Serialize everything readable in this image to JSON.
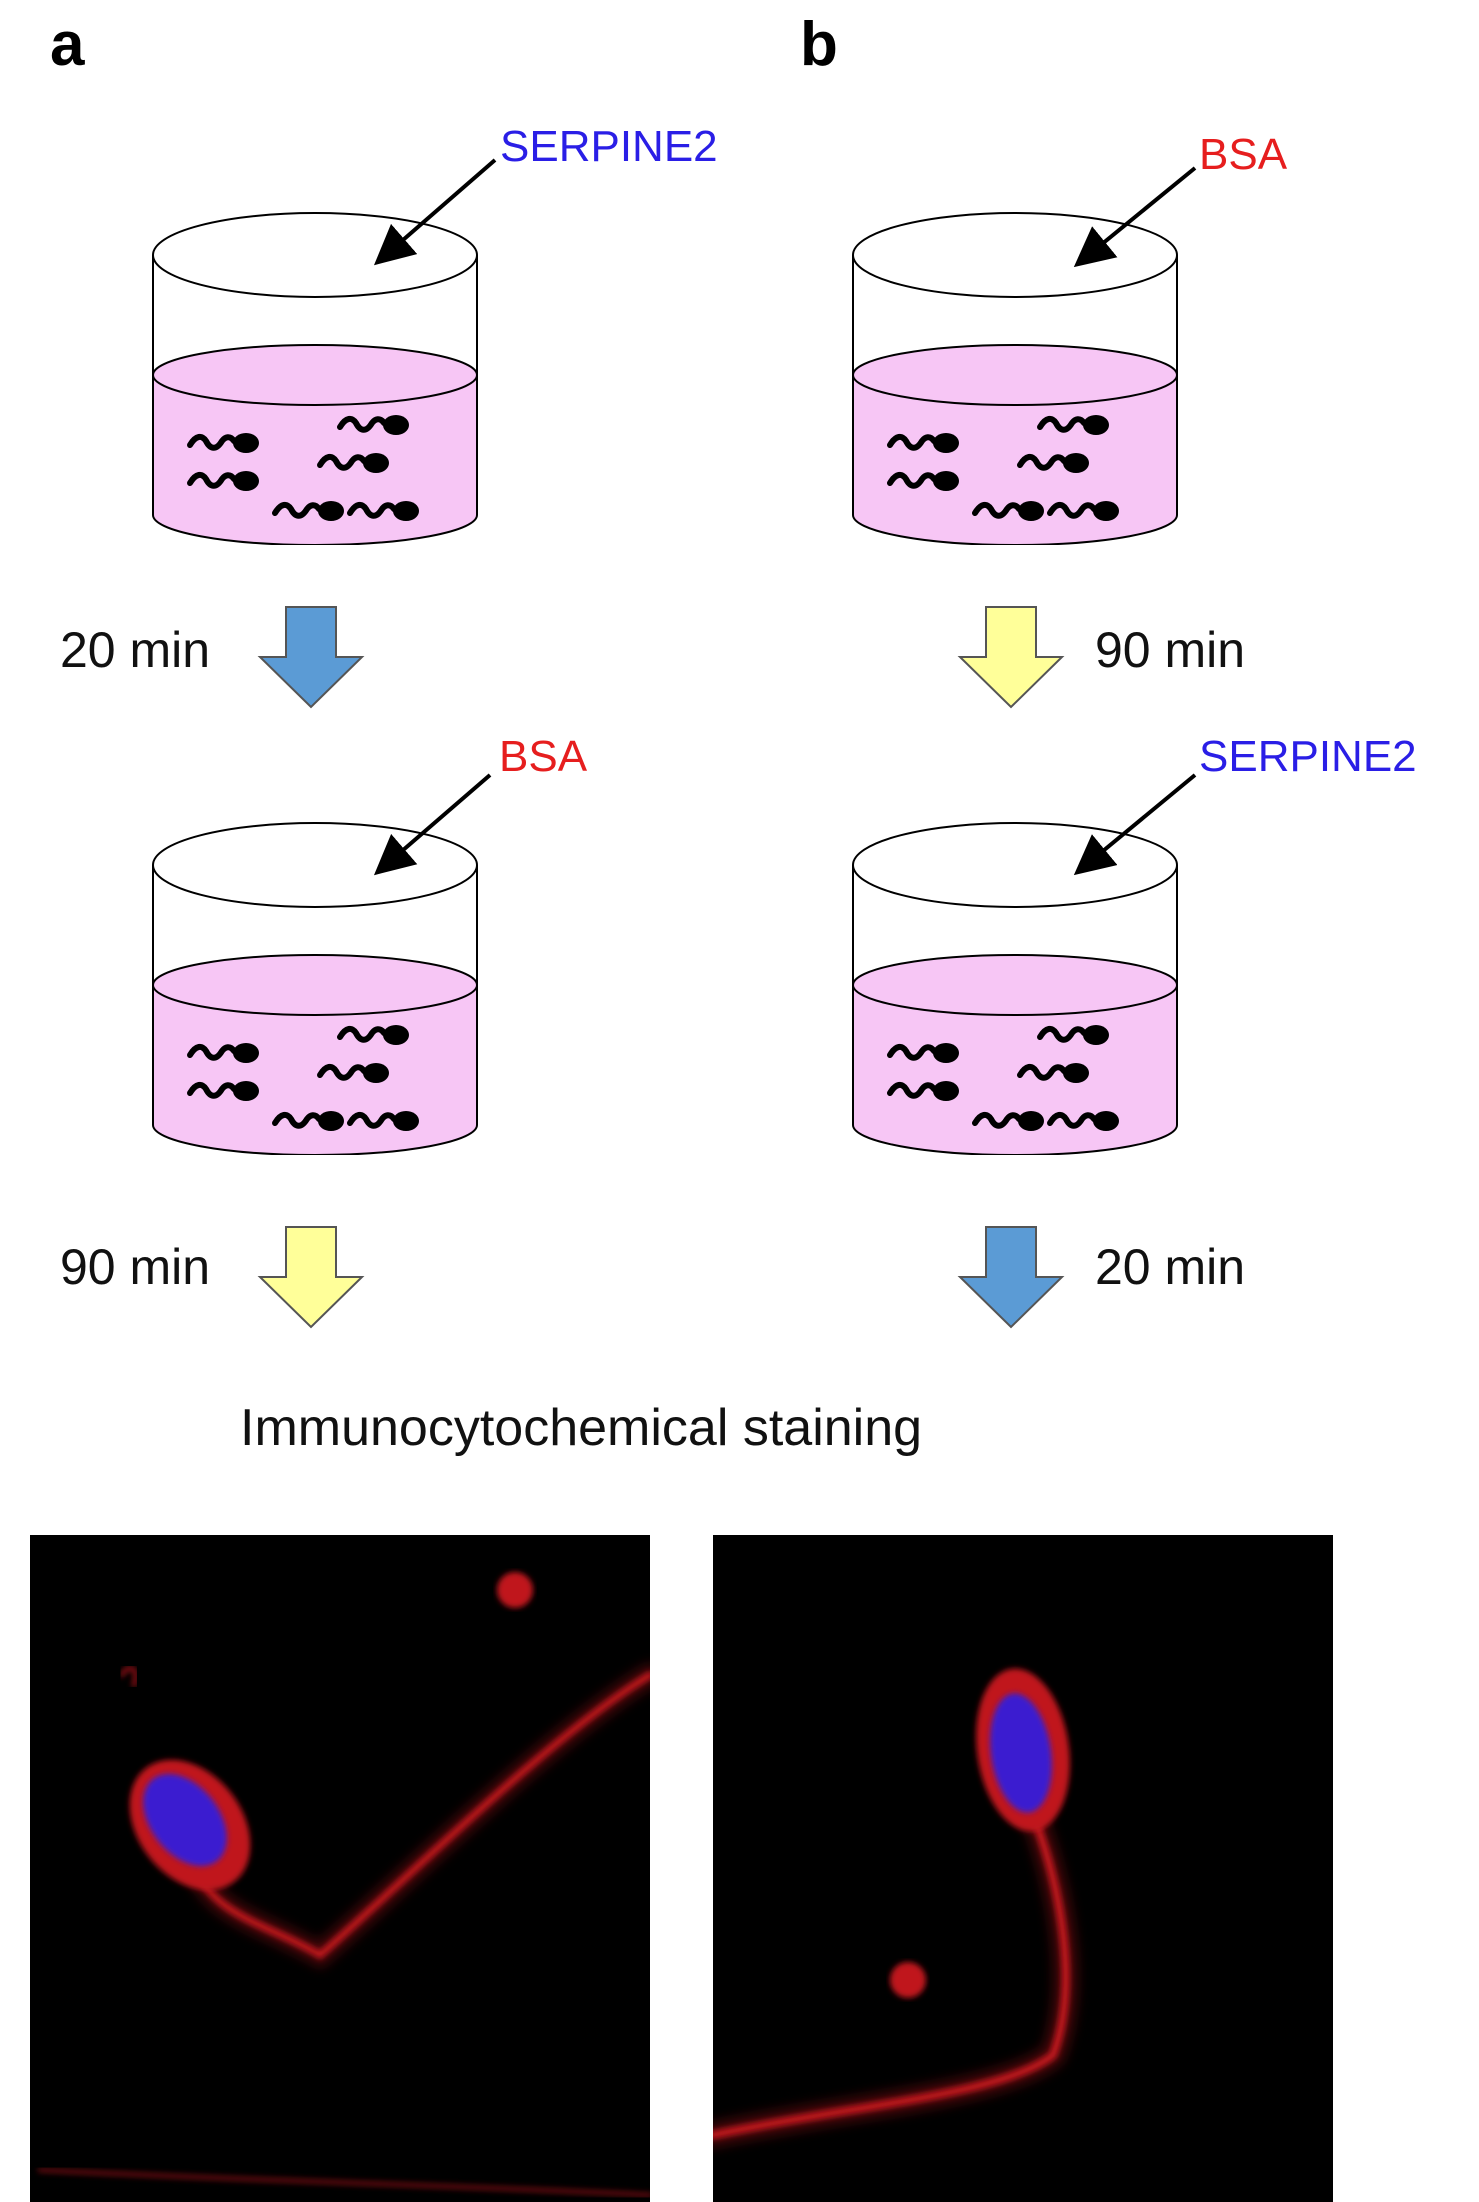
{
  "panels": {
    "a": {
      "letter": "a",
      "first_reagent": "SERPINE2",
      "first_duration": "20 min",
      "second_reagent": "BSA",
      "second_duration": "90 min"
    },
    "b": {
      "letter": "b",
      "first_reagent": "BSA",
      "first_duration": "90 min",
      "second_reagent": "SERPINE2",
      "second_duration": "20 min"
    }
  },
  "final_step": "Immunocytochemical staining",
  "colors": {
    "serpine2_label": "#2a1ee6",
    "bsa_label": "#e61e1e",
    "medium_fill": "#f7c6f5",
    "arrow_20min": "#5b9bd5",
    "arrow_90min": "#ffff99",
    "stain_tail": "#c0141e",
    "stain_head": "#3a1fd0",
    "micrograph_bg": "#000000"
  },
  "icons": [
    "beaker-icon",
    "sperm-cell-icon",
    "down-arrow-icon",
    "pointer-arrow-icon"
  ]
}
